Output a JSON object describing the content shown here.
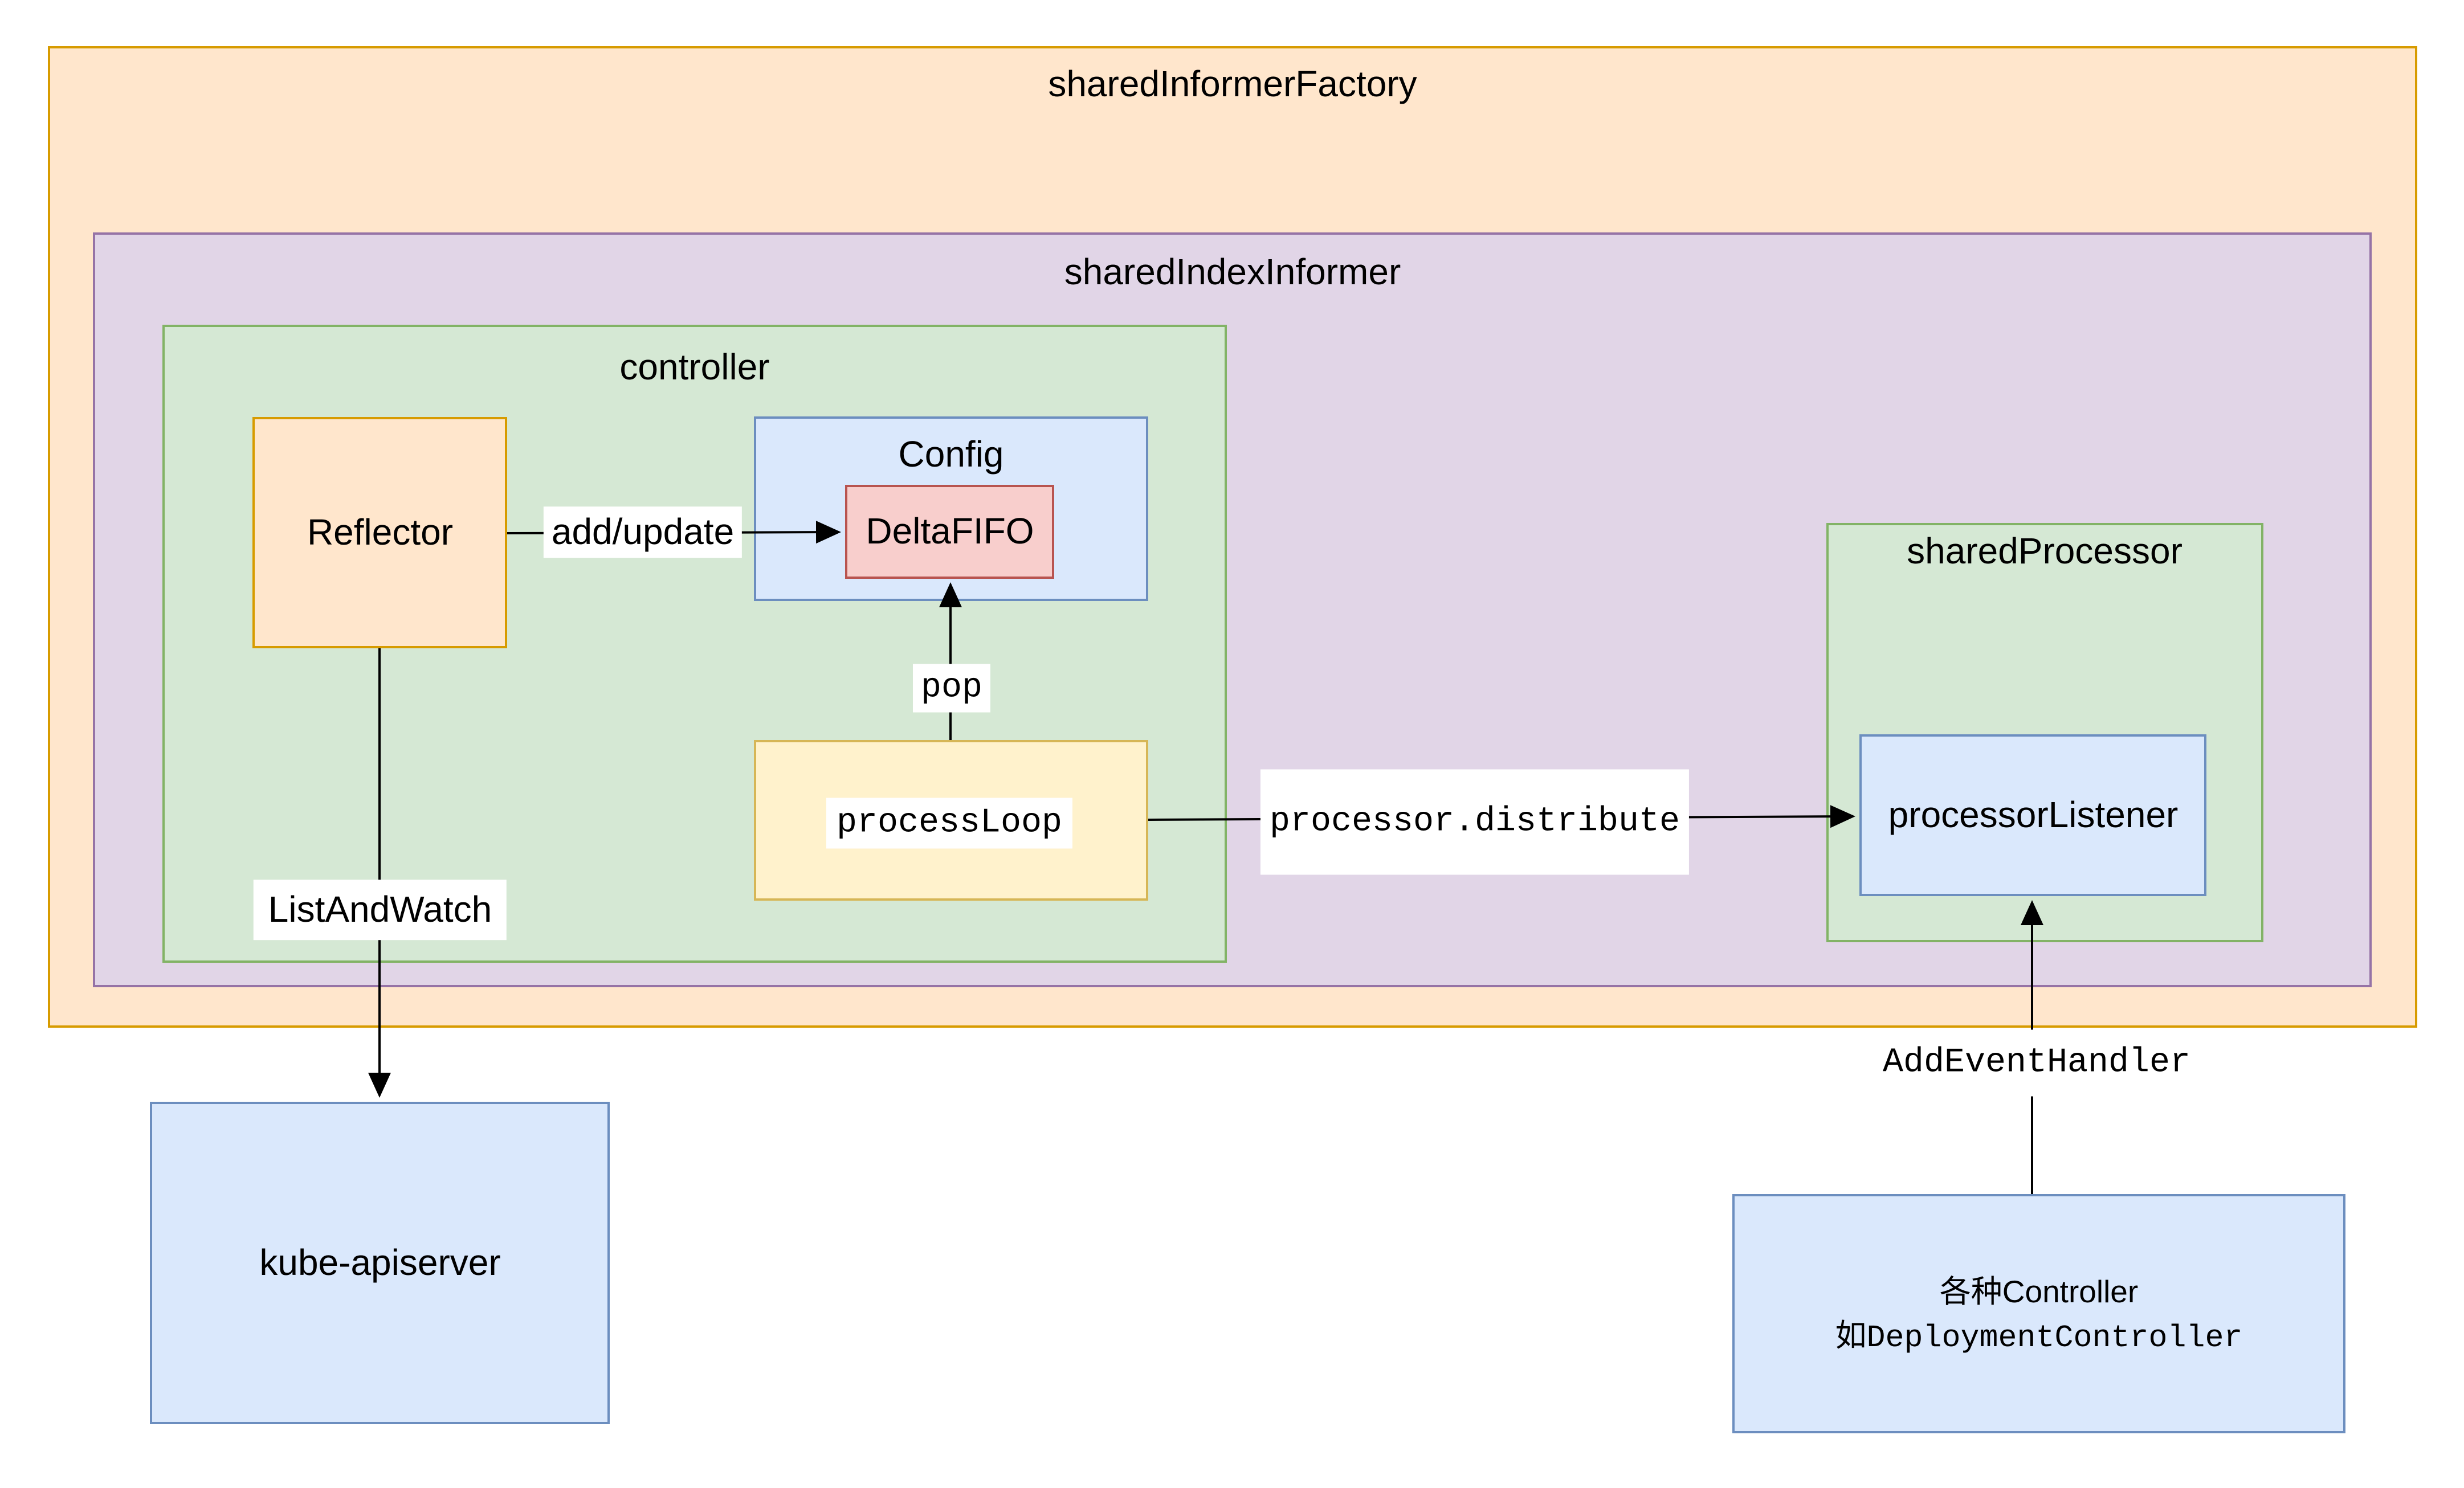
{
  "containers": {
    "factory": {
      "label": "sharedInformerFactory"
    },
    "informer": {
      "label": "sharedIndexInformer"
    },
    "controller": {
      "label": "controller"
    },
    "config": {
      "label": "Config"
    },
    "shared_processor": {
      "label": "sharedProcessor"
    }
  },
  "nodes": {
    "reflector": {
      "label": "Reflector"
    },
    "delta_fifo": {
      "label": "DeltaFIFO"
    },
    "process_loop": {
      "label": "processLoop"
    },
    "processor_listener": {
      "label": "processorListener"
    },
    "kube_apiserver": {
      "label": "kube-apiserver"
    },
    "controllers": {
      "line1": "各种Controller",
      "line2": "如DeploymentController"
    }
  },
  "edges": {
    "add_update": {
      "label": "add/update"
    },
    "pop": {
      "label": "pop"
    },
    "distribute": {
      "label": "processor.distribute"
    },
    "list_and_watch": {
      "label": "ListAndWatch"
    },
    "add_event_handler": {
      "label": "AddEventHandler"
    }
  },
  "colors": {
    "orange_fill": "#FFE6CC",
    "orange_stroke": "#D79B00",
    "purple_fill": "#E1D5E7",
    "purple_stroke": "#9673A6",
    "green_fill": "#D5E8D4",
    "green_stroke": "#82B366",
    "blue_fill": "#DAE8FC",
    "blue_stroke": "#6C8EBF",
    "red_fill": "#F8CECC",
    "red_stroke": "#B85450",
    "yellow_fill": "#FFF2CC",
    "yellow_stroke": "#D6B656",
    "arrow": "#000000",
    "text": "#000000",
    "label_bg": "#FFFFFF"
  }
}
